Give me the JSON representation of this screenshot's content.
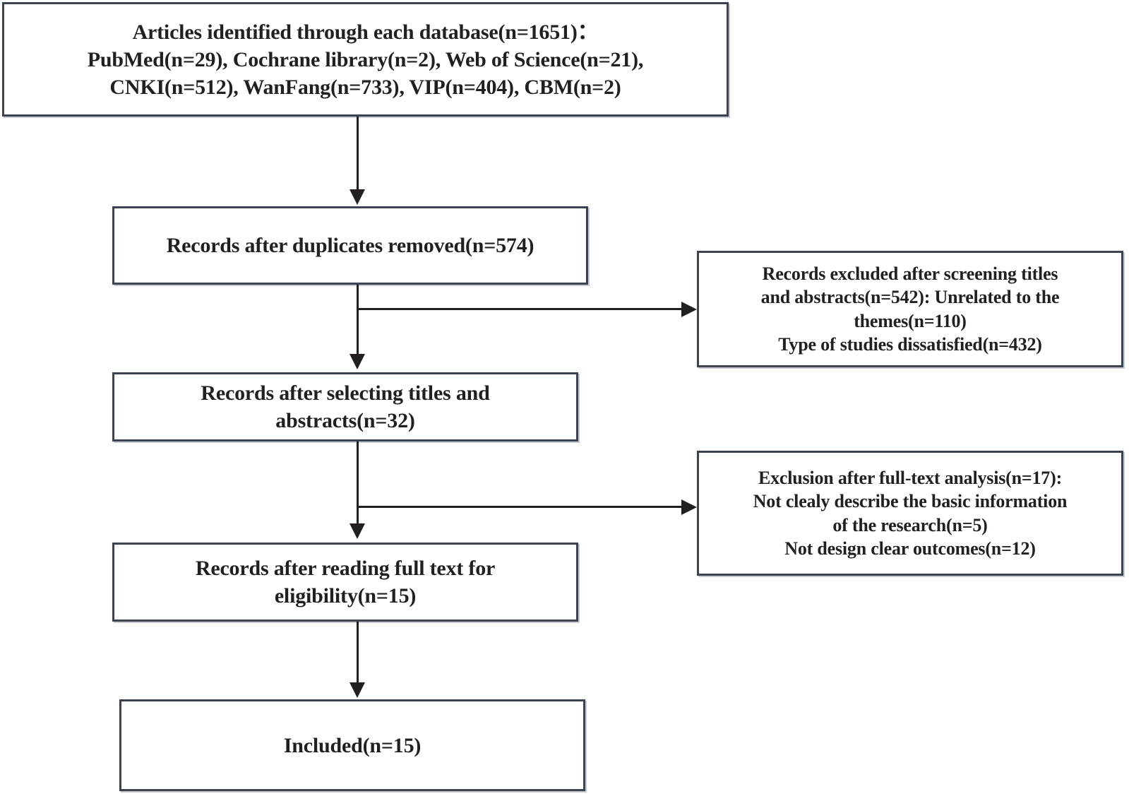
{
  "diagram": {
    "type": "prisma-flow-diagram",
    "title": "",
    "boxes": [
      {
        "id": "identification",
        "text": "Articles identified through each database(n=1651)：\nPubMed(n=29), Cochrane library(n=2), Web of Science(n=21),\nCNKI(n=512), WanFang(n=733), VIP(n=404), CBM(n=2)"
      },
      {
        "id": "duplicates-removed",
        "text": "Records after duplicates removed(n=574)"
      },
      {
        "id": "screened-titles-abstracts",
        "text": "Records after selecting titles and\nabstracts(n=32)"
      },
      {
        "id": "full-text-eligibility",
        "text": "Records after reading full text for\neligibility(n=15)"
      },
      {
        "id": "included",
        "text": "Included(n=15)"
      }
    ],
    "exclusions": [
      {
        "id": "excluded-screening",
        "text": "Records excluded after screening titles\nand abstracts(n=542): Unrelated to the\nthemes(n=110)\nType of studies dissatisfied(n=432)"
      },
      {
        "id": "excluded-full-text",
        "text": "Exclusion after full-text analysis(n=17):\nNot clealy describe the basic information\nof the research(n=5)\nNot  design clear outcomes(n=12)"
      }
    ],
    "colors": {
      "box_border": "#3c4350",
      "connector": "#231f20",
      "background": "#ffffff",
      "text": "#231f20"
    }
  },
  "chart_data": {
    "type": "table",
    "title": "PRISMA study selection flow",
    "columns": [
      "stage",
      "label",
      "n"
    ],
    "rows": [
      [
        "identification",
        "Articles identified through each database",
        1651
      ],
      [
        "identification-source",
        "PubMed",
        29
      ],
      [
        "identification-source",
        "Cochrane library",
        2
      ],
      [
        "identification-source",
        "Web of Science",
        21
      ],
      [
        "identification-source",
        "CNKI",
        512
      ],
      [
        "identification-source",
        "WanFang",
        733
      ],
      [
        "identification-source",
        "VIP",
        404
      ],
      [
        "identification-source",
        "CBM",
        2
      ],
      [
        "screening",
        "Records after duplicates removed",
        574
      ],
      [
        "excluded",
        "Records excluded after screening titles and abstracts",
        542
      ],
      [
        "excluded-reason",
        "Unrelated to the themes",
        110
      ],
      [
        "excluded-reason",
        "Type of studies dissatisfied",
        432
      ],
      [
        "screening",
        "Records after selecting titles and abstracts",
        32
      ],
      [
        "excluded",
        "Exclusion after full-text analysis",
        17
      ],
      [
        "excluded-reason",
        "Not clealy describe the basic information of the research",
        5
      ],
      [
        "excluded-reason",
        "Not  design clear outcomes",
        12
      ],
      [
        "eligibility",
        "Records after reading full text for eligibility",
        15
      ],
      [
        "included",
        "Included",
        15
      ]
    ]
  }
}
